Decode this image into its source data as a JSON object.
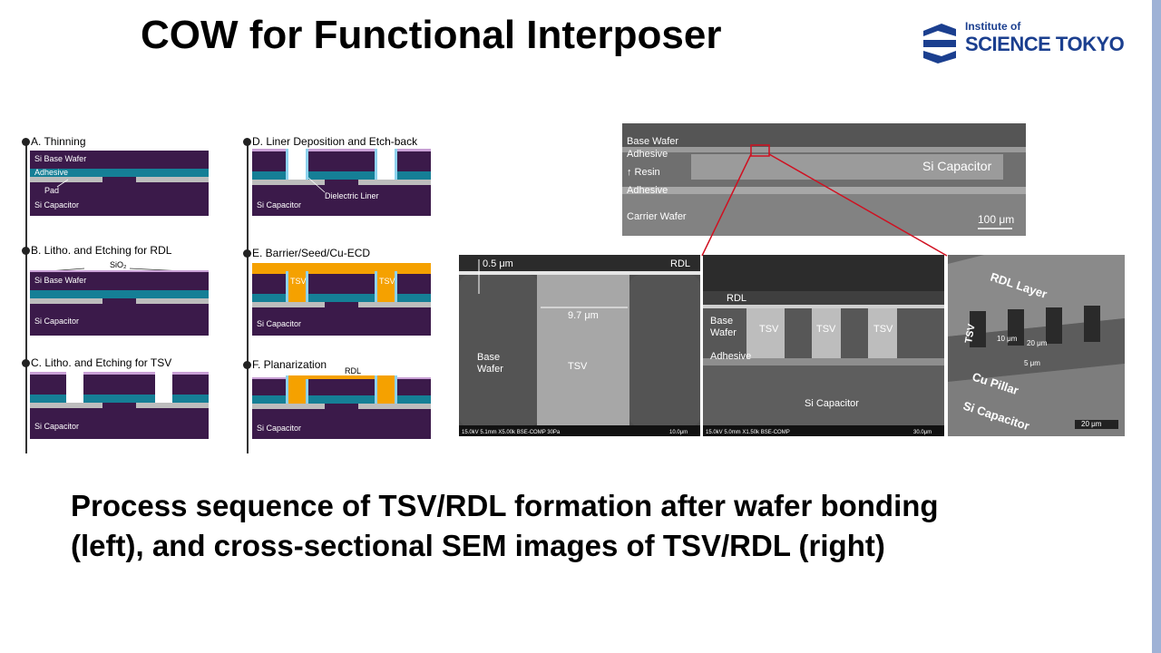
{
  "slide": {
    "title": "COW for Functional Interposer",
    "logo": {
      "line1": "Institute of",
      "line2": "SCIENCE TOKYO"
    },
    "caption": {
      "line1": "Process sequence of TSV/RDL formation after wafer bonding",
      "line2": "(left), and cross-sectional SEM images of TSV/RDL (right)"
    }
  },
  "steps": {
    "a": {
      "label": "A. Thinning",
      "base": "Si Base Wafer",
      "adhesive": "Adhesive",
      "pad": "Pad",
      "cap": "Si Capacitor"
    },
    "b": {
      "label": "B. Litho. and Etching for RDL",
      "sio2": "SiO₂",
      "base": "Si Base Wafer",
      "cap": "Si Capacitor"
    },
    "c": {
      "label": "C. Litho. and Etching for TSV",
      "cap": "Si Capacitor"
    },
    "d": {
      "label": "D. Liner Deposition and Etch-back",
      "liner": "Dielectric Liner",
      "cap": "Si Capacitor"
    },
    "e": {
      "label": "E. Barrier/Seed/Cu-ECD",
      "tsv": "TSV",
      "cap": "Si Capacitor"
    },
    "f": {
      "label": "F. Planarization",
      "rdl": "RDL",
      "cap": "Si Capacitor"
    }
  },
  "sem_overview": {
    "base_wafer": "Base Wafer",
    "adhesive1": "Adhesive",
    "resin": "↑ Resin",
    "adhesive2": "Adhesive",
    "carrier": "Carrier Wafer",
    "si_capacitor": "Si Capacitor",
    "scale": "100 μm"
  },
  "sem1": {
    "thickness": "0.5 μm",
    "rdl": "RDL",
    "width": "9.7 μm",
    "base_wafer_1": "Base",
    "base_wafer_2": "Wafer",
    "tsv": "TSV",
    "footer_left": "15.0kV 5.1mm X5.00k BSE-COMP 30Pa",
    "footer_right": "10.0μm"
  },
  "sem2": {
    "rdl": "RDL",
    "base_wafer_1": "Base",
    "base_wafer_2": "Wafer",
    "tsv": "TSV",
    "adhesive": "Adhesive",
    "si_capacitor": "Si Capacitor",
    "footer_left": "15.0kV 5.0mm X1.50k BSE-COMP",
    "footer_right": "30.0μm"
  },
  "sem3": {
    "rdl_layer": "RDL Layer",
    "tsv": "TSV",
    "dim_10": "10 μm",
    "dim_20": "20 μm",
    "dim_5": "5 μm",
    "cu_pillar": "Cu Pillar",
    "si_capacitor": "Si Capacitor",
    "scale": "20 μm"
  }
}
